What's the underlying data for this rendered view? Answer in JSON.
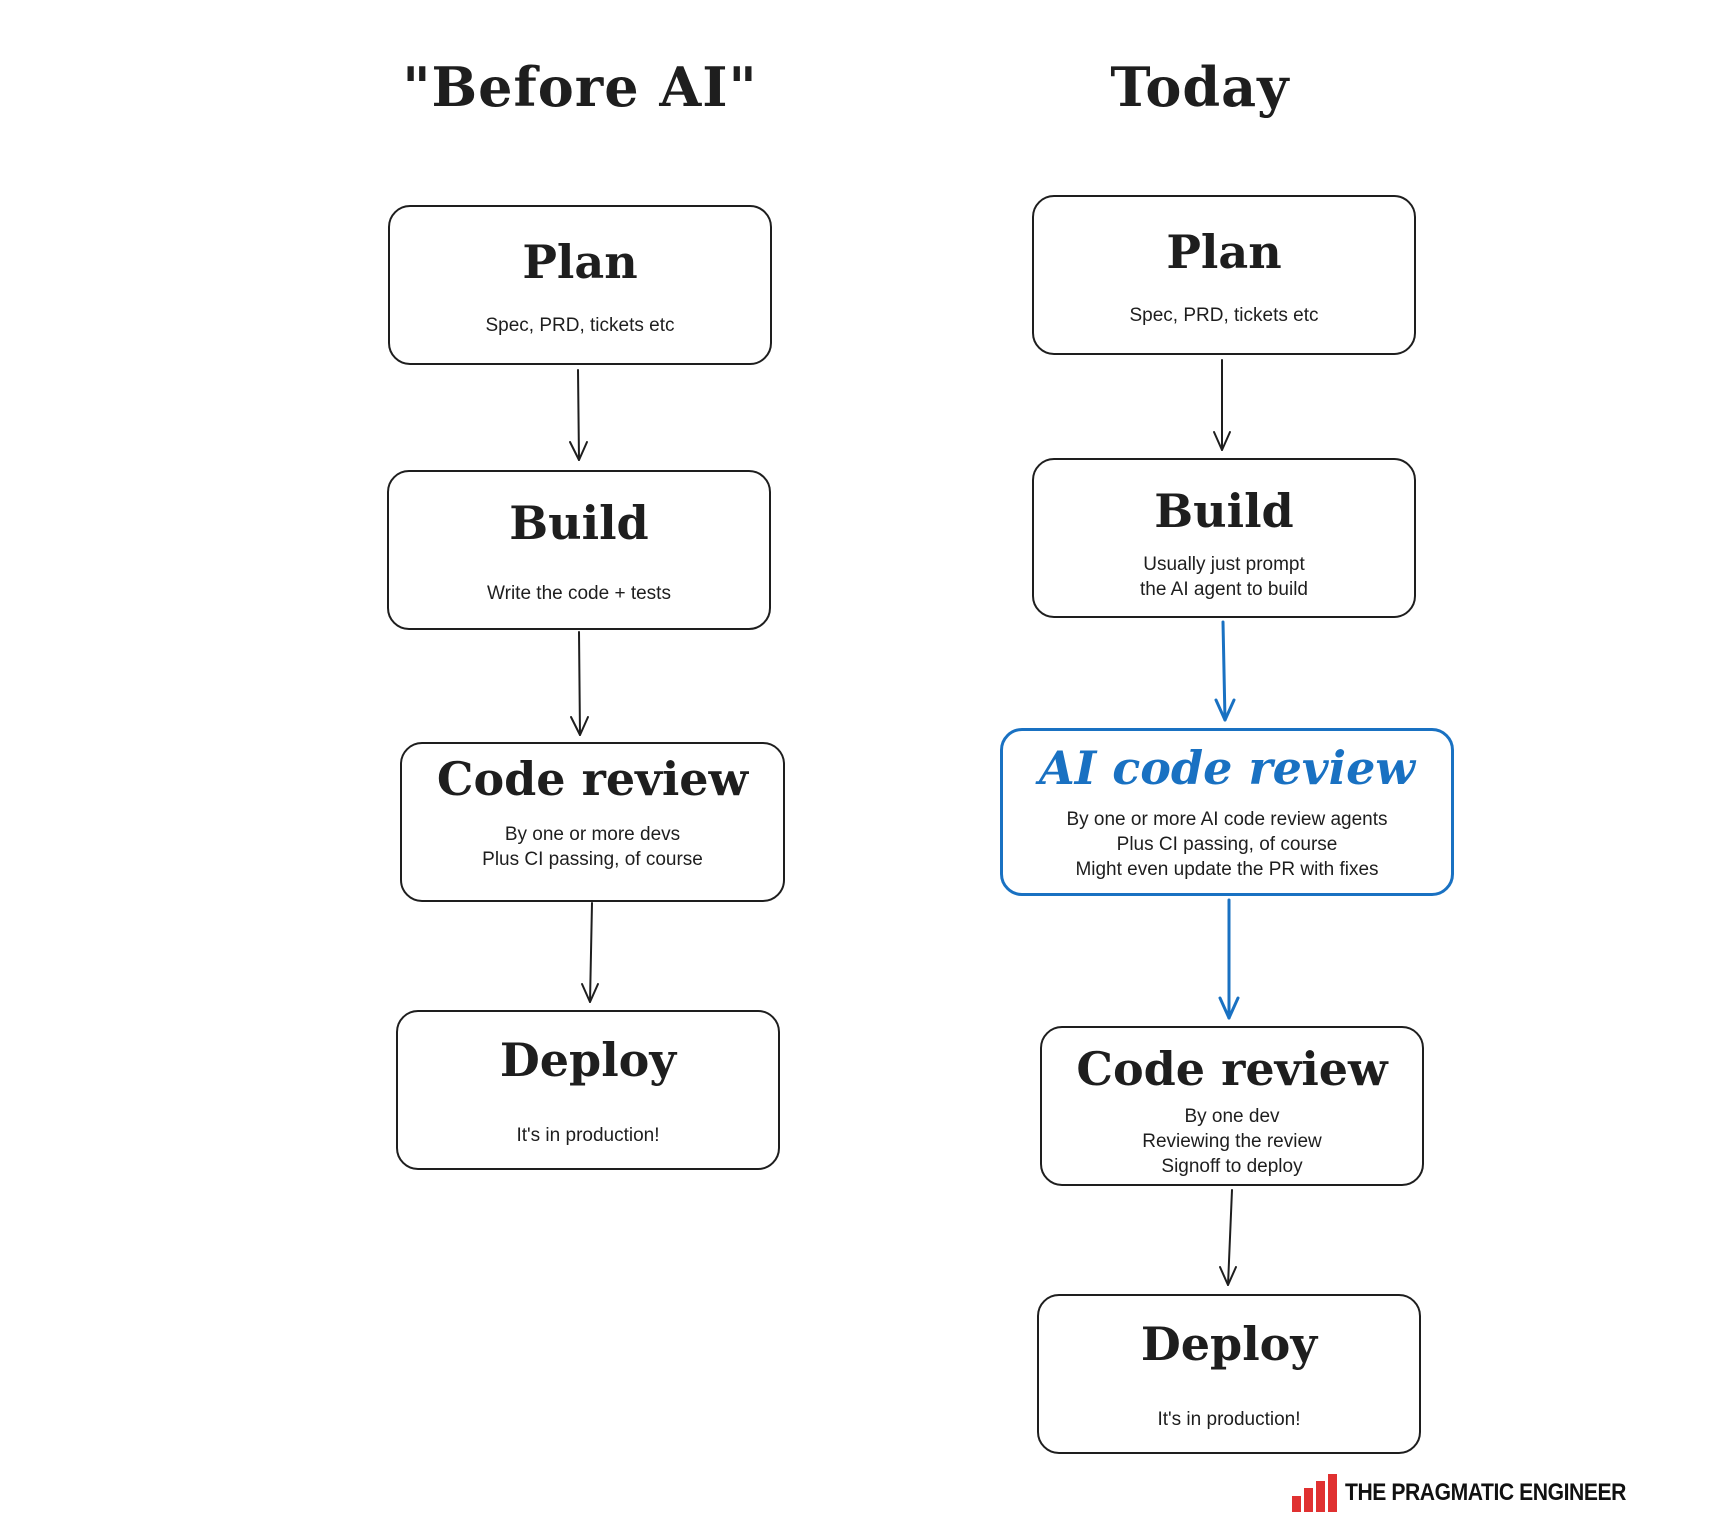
{
  "columns": {
    "before": {
      "title": "\"Before AI\"",
      "steps": [
        {
          "title": "Plan",
          "desc": [
            "Spec, PRD, tickets etc"
          ]
        },
        {
          "title": "Build",
          "desc": [
            "Write the code + tests"
          ]
        },
        {
          "title": "Code review",
          "desc": [
            "By one or more devs",
            "Plus CI passing, of course"
          ]
        },
        {
          "title": "Deploy",
          "desc": [
            "It's in production!"
          ]
        }
      ]
    },
    "today": {
      "title": "Today",
      "steps": [
        {
          "title": "Plan",
          "desc": [
            "Spec, PRD, tickets etc"
          ]
        },
        {
          "title": "Build",
          "desc": [
            "Usually just prompt",
            "the AI agent to build"
          ]
        },
        {
          "title": "AI code review",
          "desc": [
            "By one or more AI code review agents",
            "Plus CI passing, of course",
            "Might even update the PR with fixes"
          ],
          "highlighted": true
        },
        {
          "title": "Code review",
          "desc": [
            "By one dev",
            "Reviewing the review",
            "Signoff to deploy"
          ]
        },
        {
          "title": "Deploy",
          "desc": [
            "It's in production!"
          ]
        }
      ]
    }
  },
  "colors": {
    "ink": "#1e1e1e",
    "highlight": "#1971c2",
    "logo_red": "#e03131"
  },
  "logo": {
    "text": "THE PRAGMATIC ENGINEER"
  }
}
